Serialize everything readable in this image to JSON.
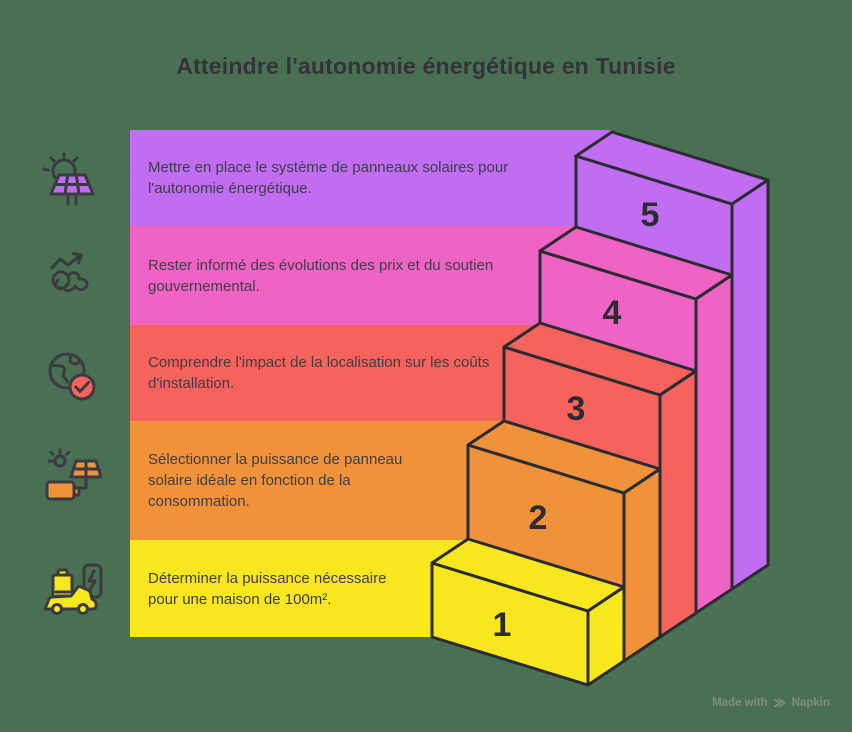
{
  "title": "Atteindre l'autonomie énergétique en Tunisie",
  "background_color": "#4a7053",
  "outline_color": "#2b2b33",
  "steps": [
    {
      "num": "5",
      "label": "Mettre en place le système de panneaux solaires pour l'autonomie énergétique.",
      "color": "#c16df2",
      "icon": "solar-panel-sun-icon"
    },
    {
      "num": "4",
      "label": "Rester informé des évolutions des prix et du soutien gouvernemental.",
      "color": "#ef63c5",
      "icon": "price-trend-icon"
    },
    {
      "num": "3",
      "label": "Comprendre l'impact de la localisation sur les coûts d'installation.",
      "color": "#f6625c",
      "icon": "globe-check-icon"
    },
    {
      "num": "2",
      "label": "Sélectionner la puissance de panneau solaire idéale en fonction de la consommation.",
      "color": "#f0923a",
      "icon": "solar-battery-icon"
    },
    {
      "num": "1",
      "label": "Déterminer la puissance nécessaire pour une maison de 100m².",
      "color": "#f8e71f",
      "icon": "ev-charging-icon"
    }
  ],
  "footer": {
    "prefix": "Made with",
    "brand": "Napkin",
    "logo": "napkin-logo-icon"
  }
}
